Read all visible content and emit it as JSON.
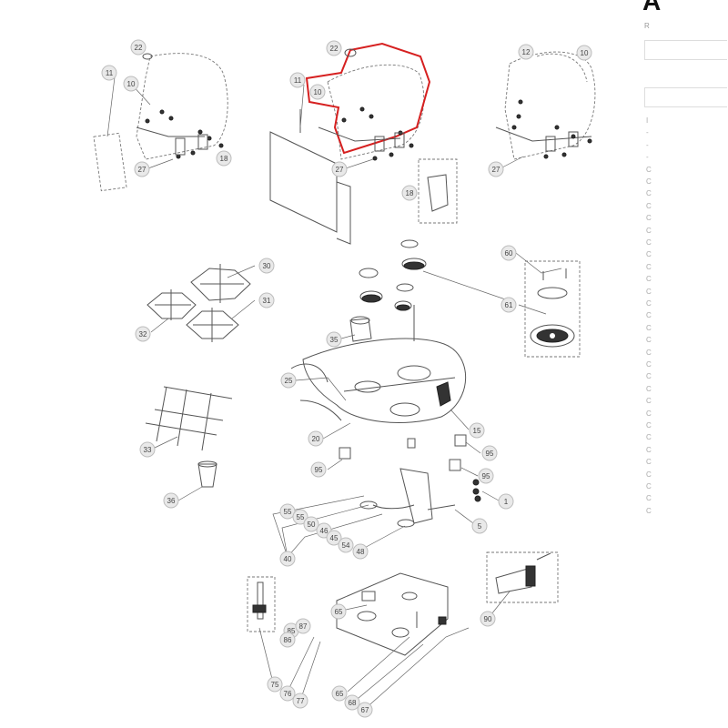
{
  "callouts": {
    "c22a": "22",
    "c11a": "11",
    "c10a": "10",
    "c27a": "27",
    "c18a": "18",
    "c22b": "22",
    "c11b": "11",
    "c10b": "10",
    "c27b": "27",
    "c18b": "18",
    "c12": "12",
    "c10c": "10",
    "c27c": "27",
    "c30": "30",
    "c31": "31",
    "c32": "32",
    "c60": "60",
    "c61": "61",
    "c35": "35",
    "c25": "25",
    "c20": "20",
    "c15": "15",
    "c33": "33",
    "c36": "36",
    "c95a": "95",
    "c95b": "95",
    "c95c": "95",
    "c1": "1",
    "c5": "5",
    "c55a": "55",
    "c55b": "55",
    "c50": "50",
    "c46": "46",
    "c45": "45",
    "c54": "54",
    "c40": "40",
    "c48": "48",
    "c90": "90",
    "c85": "85",
    "c87a": "87",
    "c86": "86",
    "c65a": "65",
    "c75": "75",
    "c76": "76",
    "c77": "77",
    "c65b": "65",
    "c68": "68",
    "c67": "67"
  },
  "side_panel": {
    "heading": "A",
    "small": "R",
    "rows": [
      "I",
      "-",
      "-",
      "-",
      "C",
      "C",
      "C",
      "C",
      "C",
      "C",
      "C",
      "C",
      "C",
      "C",
      "C",
      "C",
      "C",
      "C",
      "C",
      "C",
      "C",
      "C",
      "C",
      "C",
      "C",
      "C",
      "C",
      "C",
      "C",
      "C",
      "C",
      "C",
      "C"
    ]
  },
  "colors": {
    "highlight": "#d62020",
    "callout_fill": "#e9e9e9",
    "line": "#555555"
  }
}
